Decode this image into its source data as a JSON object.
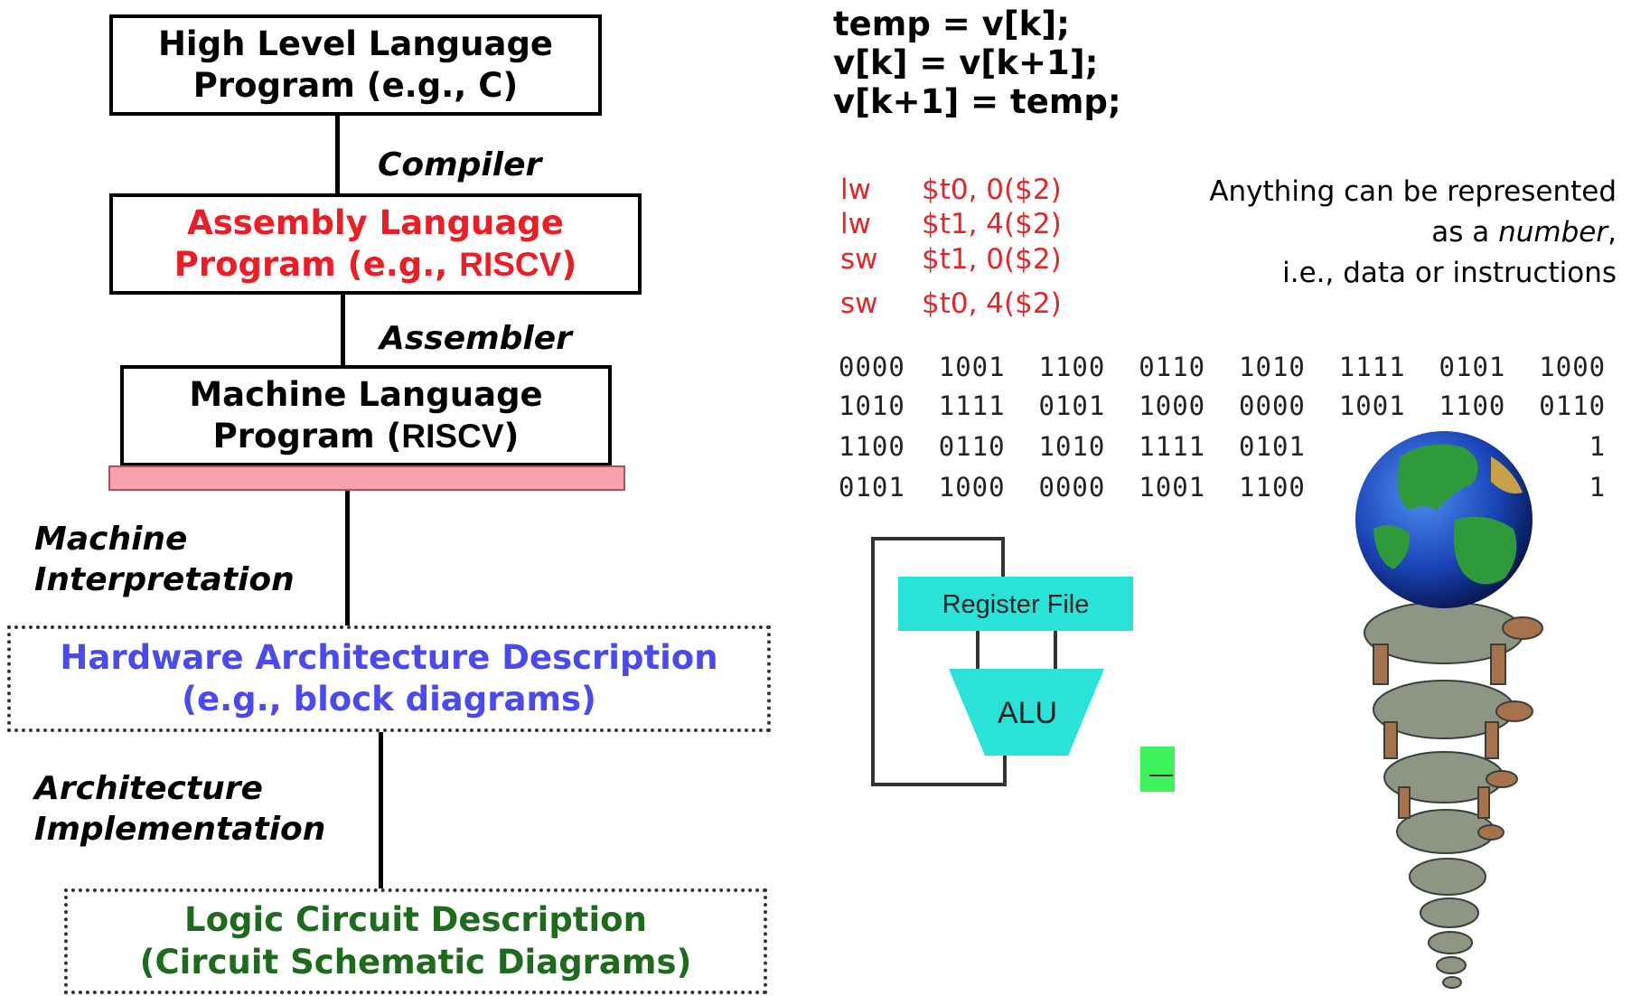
{
  "levels": {
    "hll": {
      "line1": "High Level Language",
      "line2": "Program (e.g., C)"
    },
    "asm": {
      "line1": "Assembly  Language",
      "line2": "Program (e.g.,",
      "line2_strong": "RISCV",
      "line2_end": ")"
    },
    "ml": {
      "line1": "Machine  Language",
      "line2": "Program (",
      "line2_strong": "RISCV",
      "line2_end": ")"
    },
    "hw": {
      "line1": "Hardware Architecture Description",
      "line2": "(e.g., block diagrams)"
    },
    "logic": {
      "line1": "Logic Circuit Description",
      "line2": "(Circuit Schematic Diagrams)"
    }
  },
  "transitions": {
    "compiler": "Compiler",
    "assembler": "Assembler",
    "machine_interp_1": "Machine",
    "machine_interp_2": "Interpretation",
    "arch_impl_1": "Architecture",
    "arch_impl_2": "Implementation"
  },
  "c_code": [
    "temp = v[k];",
    "v[k] = v[k+1];",
    "v[k+1] = temp;"
  ],
  "asm_code": [
    {
      "op": "lw",
      "args": "$t0, 0($2)"
    },
    {
      "op": "lw",
      "args": "$t1, 4($2)"
    },
    {
      "op": "sw",
      "args": "$t1, 0($2)"
    },
    {
      "op": "sw",
      "args": "$t0, 4($2)"
    }
  ],
  "note": {
    "line1": "Anything can be represented",
    "line2_pre": "as a ",
    "line2_em": "number",
    "line2_post": ",",
    "line3": "i.e., data or instructions"
  },
  "binary_rows": [
    "0000  1001  1100  0110  1010  1111  0101  1000",
    "1010  1111  0101  1000  0000  1001  1100  0110",
    "1100  0110  1010  1111  0101                 1",
    "0101  1000  0000  1001  1100                 1"
  ],
  "block_diagram": {
    "register_file": "Register File",
    "alu": "ALU"
  },
  "colors": {
    "assembly": "#ee1c24",
    "hardware": "#4a4af0",
    "logic": "#1e6b1e",
    "band": "#f7a1ad",
    "cyan": "#29e2d8",
    "green_block": "#3df25a"
  }
}
